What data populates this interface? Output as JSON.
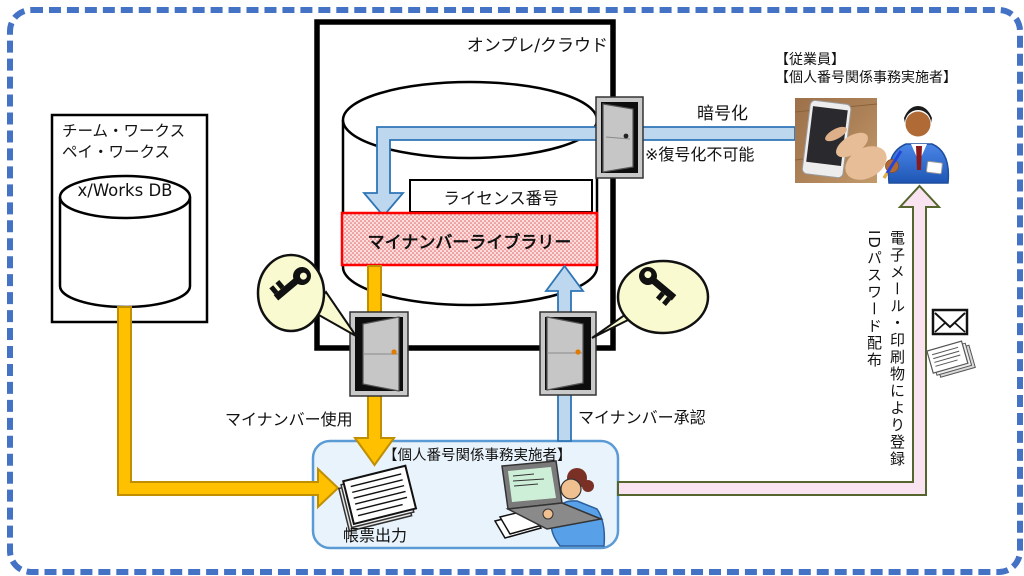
{
  "diagram": {
    "onprem": {
      "label": "オンプレ/クラウド"
    },
    "source": {
      "line1": "チーム・ワークス",
      "line2": "ペイ・ワークス",
      "db": "x/Works DB"
    },
    "license": {
      "label": "ライセンス番号"
    },
    "library": {
      "label": "マイナンバーライブラリー"
    },
    "employee": {
      "line1": "【従業員】",
      "line2": "【個人番号関係事務実施者】"
    },
    "labels": {
      "encrypt": "暗号化",
      "no_decrypt": "※復号化不可能",
      "use": "マイナンバー使用",
      "approve": "マイナンバー承認",
      "register_vertical": "電子メール・印刷物により登録",
      "id_password_vertical": "IDパスワード配布"
    },
    "operator": {
      "label": "【個人番号関係事務実施者】",
      "output": "帳票出力"
    },
    "icons": {
      "door": "open-door",
      "key": "key-in-balloon",
      "envelope": "envelope",
      "documents": "paper-stack",
      "report": "report-pages",
      "laptop_user": "person-at-laptop",
      "smartphone": "hand-with-smartphone-photo",
      "employee_avatar": "businessman-with-pen"
    },
    "colors": {
      "frame_blue": "#4472C4",
      "arrow_blue_fill": "#BDD7EE",
      "arrow_blue_stroke": "#2E75B6",
      "arrow_orange_fill": "#FFC000",
      "arrow_orange_stroke": "#BF8F00",
      "arrow_pink_fill": "#FAE3F1",
      "arrow_pink_stroke": "#54662E",
      "library_red": "#FF0000",
      "operator_box_blue": "#5B9BD5",
      "balloon_yellow": "#FAFAD0"
    }
  }
}
